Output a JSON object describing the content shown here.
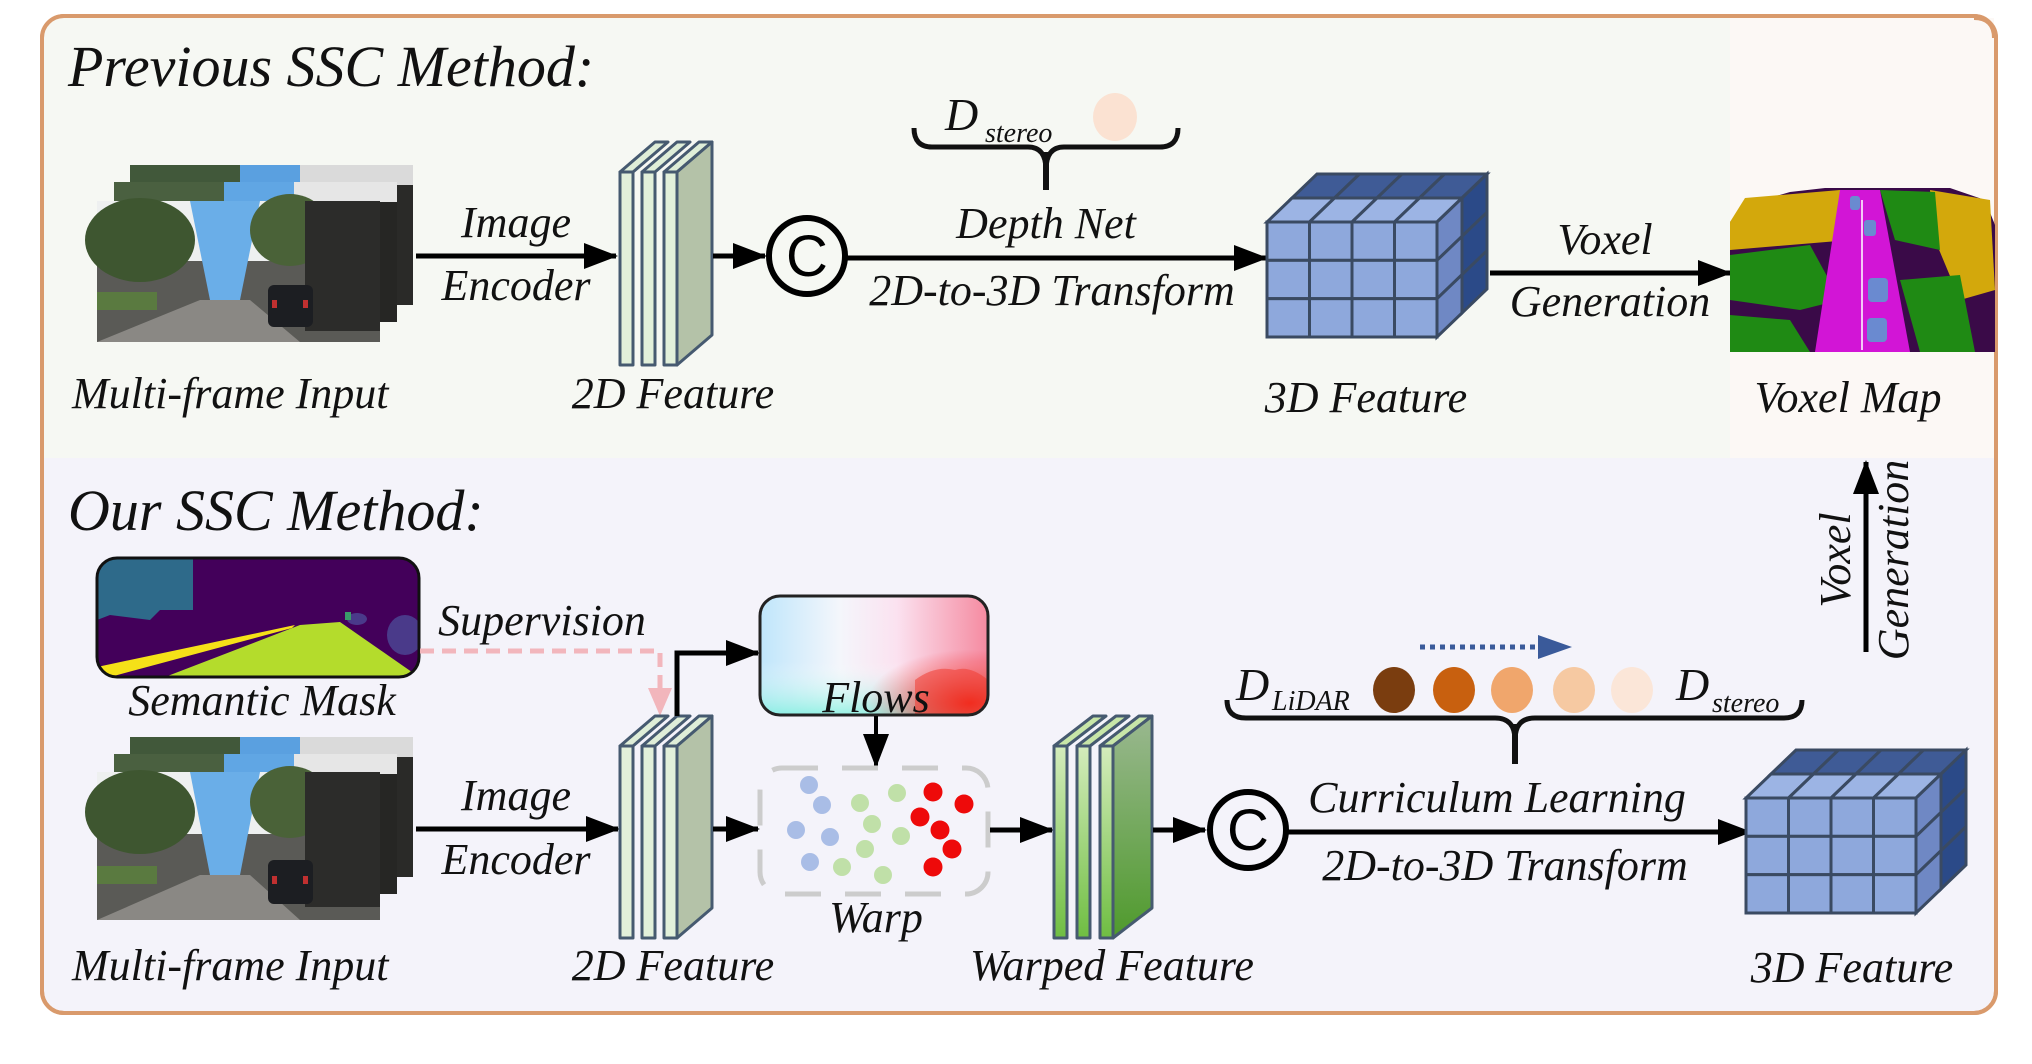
{
  "figure": {
    "top_panel": {
      "title": "Previous SSC Method:",
      "input_caption": "Multi-frame Input",
      "encoder_label_line1": "Image",
      "encoder_label_line2": "Encoder",
      "feature2d_caption": "2D Feature",
      "concat_symbol": "C",
      "depth_label": "D",
      "depth_subscript": "stereo",
      "depthnet_label": "Depth Net",
      "transform_label": "2D-to-3D Transform",
      "feature3d_caption": "3D Feature",
      "voxelgen_line1": "Voxel",
      "voxelgen_line2": "Generation",
      "voxelmap_caption": "Voxel Map"
    },
    "bottom_panel": {
      "title": "Our SSC Method:",
      "mask_caption": "Semantic Mask",
      "supervision_label": "Supervision",
      "flows_label": "Flows",
      "warp_label": "Warp",
      "input_caption": "Multi-frame Input",
      "encoder_label_line1": "Image",
      "encoder_label_line2": "Encoder",
      "feature2d_caption": "2D Feature",
      "warped_caption": "Warped Feature",
      "concat_symbol": "C",
      "lidar_label": "D",
      "lidar_subscript": "LiDAR",
      "stereo_label": "D",
      "stereo_subscript": "stereo",
      "curriculum_label": "Curriculum Learning",
      "transform_label": "2D-to-3D Transform",
      "feature3d_caption": "3D Feature",
      "voxelgen_line1": "Voxel",
      "voxelgen_line2": "Generation",
      "depth_gradient_colors": [
        "#7a3d0f",
        "#c8600f",
        "#f0a66c",
        "#f6c9a2",
        "#fbe6d8"
      ]
    },
    "colors": {
      "border": "#d99a6c",
      "top_bg": "#f6f8f3",
      "voxel_bg": "#fcf8f5",
      "bottom_bg": "#f4f3fa",
      "stereo_dot": "#fbe2d2",
      "supervision": "#f2b6bc",
      "curriculum_arrow": "#3a5a9a",
      "warp_blue": "#a9bde6",
      "warp_green": "#c0e0a8",
      "warp_red": "#ee0a0a"
    }
  }
}
